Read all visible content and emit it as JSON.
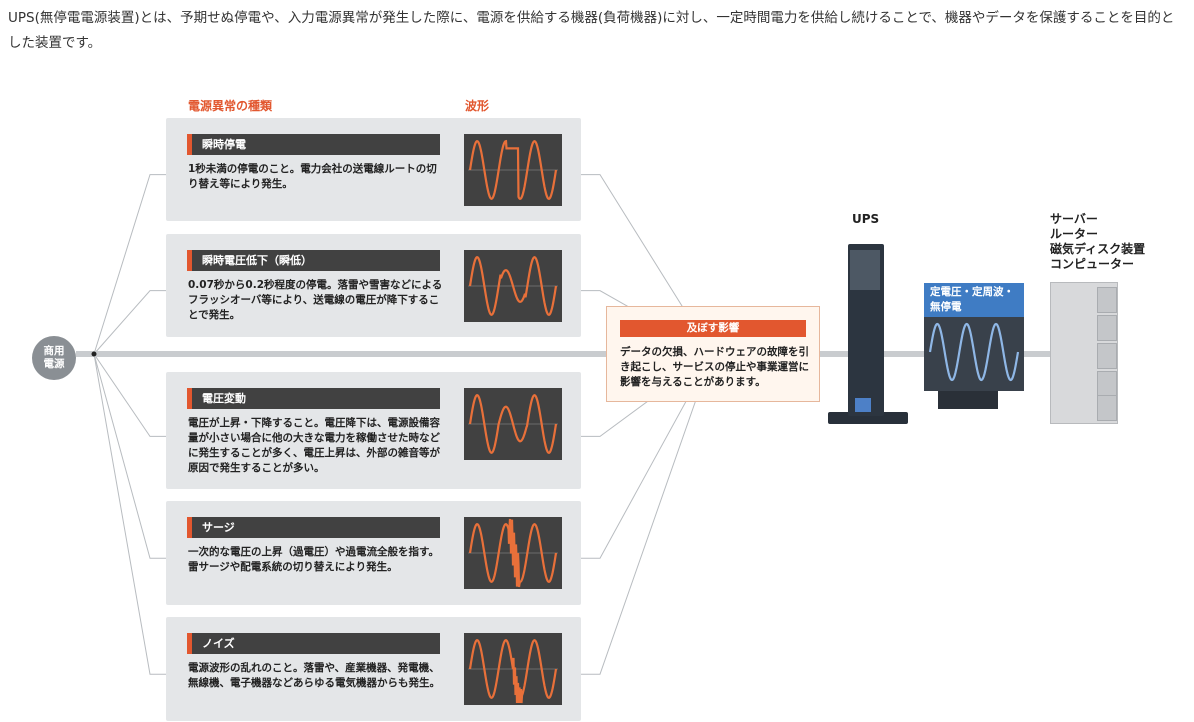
{
  "intro": "UPS(無停電電源装置)とは、予期せぬ停電や、入力電源異常が発生した際に、電源を供給する機器(負荷機器)に対し、一定時間電力を供給し続けることで、機器やデータを保護することを目的とした装置です。",
  "headers": {
    "types": "電源異常の種類",
    "waveform": "波形"
  },
  "source_node": "商用電源",
  "cards": [
    {
      "title": "瞬時停電",
      "desc": "1秒未満の停電のこと。電力会社の送電線ルートの切り替え等により発生。",
      "wave": "dropout"
    },
    {
      "title": "瞬時電圧低下（瞬低）",
      "desc": "0.07秒から0.2秒程度の停電。落雷や雪害などによるフラッシオーバ等により、送電線の電圧が降下することで発生。",
      "wave": "sag"
    },
    {
      "title": "電圧変動",
      "desc": "電圧が上昇・下降すること。電圧降下は、電源設備容量が小さい場合に他の大きな電力を稼働させた時などに発生することが多く、電圧上昇は、外部の雑音等が原因で発生することが多い。",
      "wave": "fluctuation"
    },
    {
      "title": "サージ",
      "desc": "一次的な電圧の上昇（過電圧）や過電流全般を指す。雷サージや配電系統の切り替えにより発生。",
      "wave": "surge"
    },
    {
      "title": "ノイズ",
      "desc": "電源波形の乱れのこと。落雷や、産業機器、発電機、無線機、電子機器などあらゆる電気機器からも発生。",
      "wave": "noise"
    }
  ],
  "effect": {
    "title": "及ぼす影響",
    "desc": "データの欠損、ハードウェアの故障を引き起こし、サービスの停止や事業運営に影響を与えることがあります。"
  },
  "ups": {
    "label": "UPS",
    "output_label": "定電圧・定周波・無停電"
  },
  "devices": [
    "サーバー",
    "ルーター",
    "磁気ディスク装置",
    "コンピューター"
  ],
  "colors": {
    "accent": "#e2572f",
    "wave_orange": "#e8703a",
    "wave_blue": "#8fb7e6",
    "output_blue": "#3f7cc4",
    "card_bg": "#e4e6e8"
  }
}
